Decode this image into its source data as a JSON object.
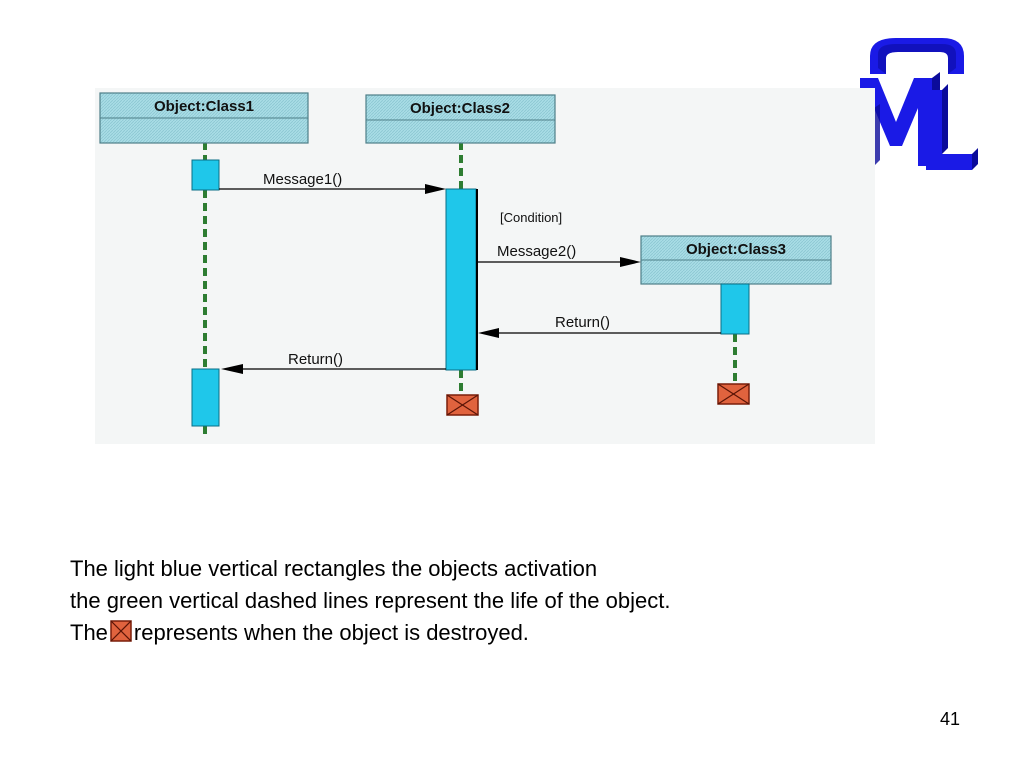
{
  "diagram": {
    "objects": [
      {
        "id": "class1",
        "label": "Object:Class1"
      },
      {
        "id": "class2",
        "label": "Object:Class2"
      },
      {
        "id": "class3",
        "label": "Object:Class3"
      }
    ],
    "messages": [
      {
        "label": "Message1()",
        "from": "class1",
        "to": "class2",
        "kind": "call"
      },
      {
        "label": "Message2()",
        "from": "class2",
        "to": "class3",
        "kind": "call",
        "guard": "[Condition]"
      },
      {
        "label": "Return()",
        "from": "class3",
        "to": "class2",
        "kind": "return"
      },
      {
        "label": "Return()",
        "from": "class2",
        "to": "class1",
        "kind": "return"
      }
    ],
    "colors": {
      "header_fill": "#9fd6e0",
      "activation_fill": "#1fc7ea",
      "lifeline": "#2e7d32",
      "destroy_fill": "#e0633e",
      "arrow": "#000000"
    }
  },
  "caption": {
    "line1": "The light blue vertical rectangles the objects activation",
    "line2": "the green vertical dashed lines represent the life of the object.",
    "line3_prefix": "The",
    "line3_suffix": "represents when the object is destroyed."
  },
  "logo": {
    "letters": [
      "U",
      "M",
      "L"
    ],
    "color": "#1a1ae6"
  },
  "page_number": "41"
}
